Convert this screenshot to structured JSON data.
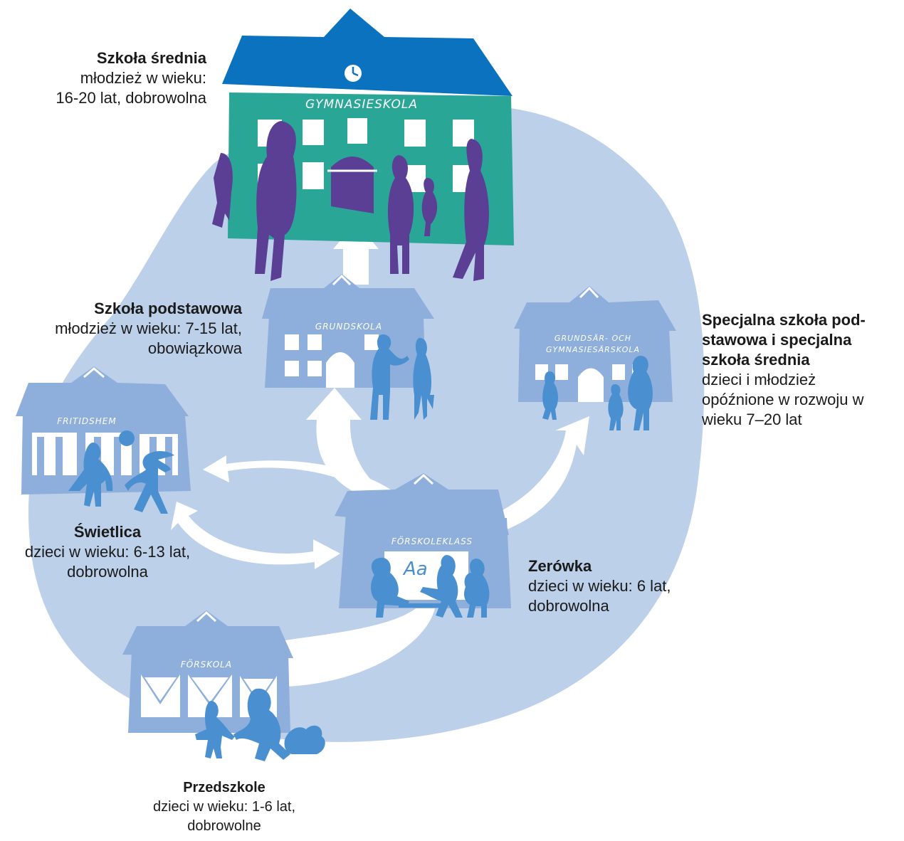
{
  "labels": {
    "gymnasieskola": {
      "title": "Szkoła średnia",
      "desc_lines": [
        "młodzież w wieku:",
        "16-20 lat, dobrowolna"
      ]
    },
    "grundskola": {
      "title": "Szkoła podstawowa",
      "desc_lines": [
        "młodzież w wieku: 7-15 lat,",
        "obowiązkowa"
      ]
    },
    "sarskola": {
      "title_lines": [
        "Specjalna szkoła pod-",
        "stawowa i specjalna",
        "szkoła średnia"
      ],
      "desc_lines": [
        "dzieci i młodzież",
        "opóźnione w rozwoju w",
        "wieku 7–20 lat"
      ]
    },
    "fritidshem": {
      "title": "Świetlica",
      "desc_lines": [
        "dzieci w wieku: 6-13 lat,",
        "dobrowolna"
      ]
    },
    "forskoleklass": {
      "title": "Zerówka",
      "desc_lines": [
        "dzieci w wieku: 6 lat,",
        "dobrowolna"
      ]
    },
    "forskola": {
      "title": "Przedszkole",
      "desc_lines": [
        "dzieci w wieku: 1-6 lat,",
        "dobrowolne"
      ]
    }
  },
  "building_signs": {
    "gymnasieskola": "GYMNASIESKOLA",
    "grundskola": "GRUNDSKOLA",
    "sarskola_line1": "GRUNDSÄR- OCH",
    "sarskola_line2": "GYMNASIESÄRSKOLA",
    "fritidshem": "FRITIDSHEM",
    "forskoleklass": "FÖRSKOLEKLASS",
    "forskola": "FÖRSKOLA",
    "whiteboard": "Aa"
  },
  "colors": {
    "blob": "#bdd0ea",
    "building_light": "#8eaedb",
    "roof_light": "#8eaedb",
    "figure_blue": "#4a8fcf",
    "gym_facade": "#2aa697",
    "gym_roof": "#0a72bf",
    "figure_purple": "#5a3f95",
    "arrow": "#ffffff"
  }
}
